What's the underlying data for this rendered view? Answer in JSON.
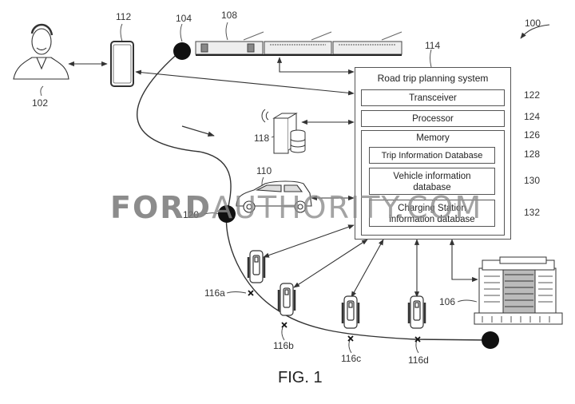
{
  "figure": {
    "caption": "FIG. 1",
    "ref_label": "100"
  },
  "system": {
    "title": "Road trip planning system",
    "ref": "114",
    "transceiver": {
      "label": "Transceiver",
      "ref": "122"
    },
    "processor": {
      "label": "Processor",
      "ref": "124"
    },
    "memory": {
      "label": "Memory",
      "ref": "126",
      "databases": [
        {
          "label": "Trip Information Database",
          "ref": "128"
        },
        {
          "label_line1": "Vehicle information",
          "label_line2": "database",
          "ref": "130"
        },
        {
          "label_line1": "Charging Station",
          "label_line2": "information database",
          "ref": "132"
        }
      ]
    }
  },
  "entities": {
    "user": {
      "ref": "102",
      "icon": "person-icon"
    },
    "mobile_device": {
      "ref": "112",
      "icon": "smartphone-icon"
    },
    "origin": {
      "ref": "104",
      "icon": "location-dot"
    },
    "train": {
      "ref": "108",
      "icon": "train-icon"
    },
    "server": {
      "ref": "118",
      "icon": "server-database-icon"
    },
    "vehicle": {
      "ref": "110",
      "icon": "car-icon"
    },
    "waypoint": {
      "ref": "120",
      "icon": "location-dot"
    },
    "hotel": {
      "ref": "106",
      "icon": "building-icon"
    },
    "charging_stations": [
      {
        "ref": "116a"
      },
      {
        "ref": "116b"
      },
      {
        "ref": "116c"
      },
      {
        "ref": "116d"
      }
    ]
  },
  "watermark": {
    "bold": "FORD",
    "rest": "AUTHORITY.COM"
  }
}
